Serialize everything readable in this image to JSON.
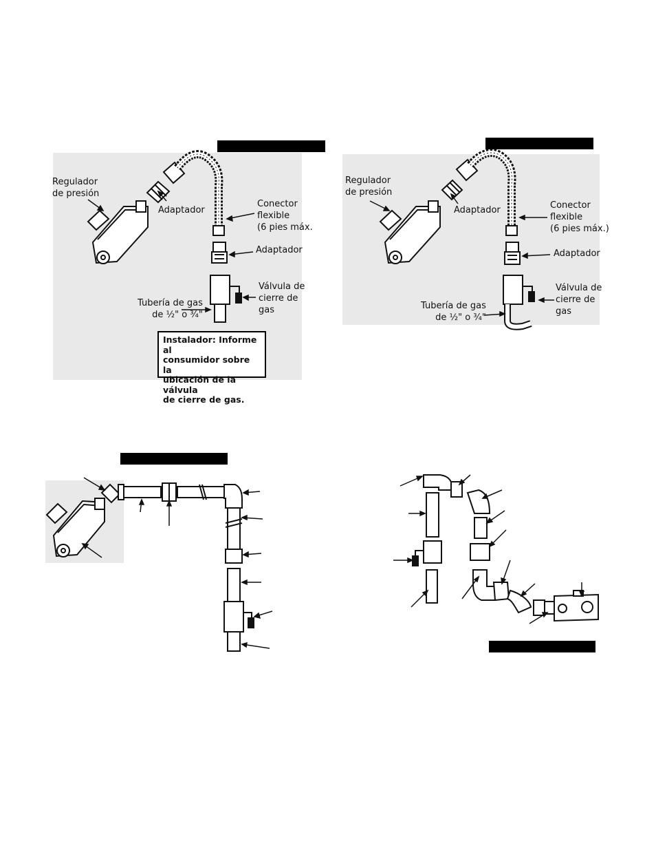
{
  "diagram_a": {
    "regulator": "Regulador\nde presión",
    "adapter_top": "Adaptador",
    "connector": "Conector\nflexible\n(6 pies máx.",
    "adapter_bottom": "Adaptador",
    "shutoff": "Válvula de\ncierre de\ngas",
    "pipe": "Tubería de gas\nde ½\" o ¾\"",
    "note": "Instalador: Informe al\nconsumidor sobre la\nubicación de la válvula\nde cierre de gas."
  },
  "diagram_b": {
    "regulator": "Regulador\nde presión",
    "adapter_top": "Adaptador",
    "connector": "Conector\nflexible\n(6 pies máx.)",
    "adapter_bottom": "Adaptador",
    "shutoff": "Válvula de\ncierre de\ngas",
    "pipe": "Tubería de gas\nde ½\" o ¾\""
  }
}
